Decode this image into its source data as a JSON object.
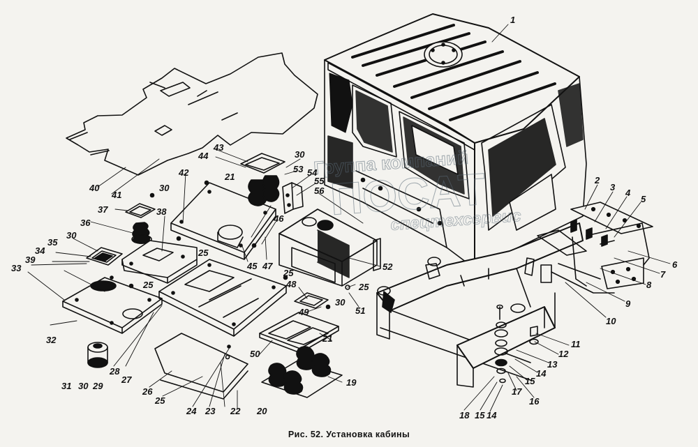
{
  "caption": "Рис. 52. Установка кабины",
  "watermark": {
    "line1": "Группа компаний",
    "line2": "ПОСАТ",
    "line3": "спецтехсервис"
  },
  "callouts": {
    "n1": "1",
    "n2": "2",
    "n3": "3",
    "n4": "4",
    "n5": "5",
    "n6": "6",
    "n7": "7",
    "n8": "8",
    "n9": "9",
    "n10": "10",
    "n11": "11",
    "n12": "12",
    "n13": "13",
    "n14a": "14",
    "n14b": "14",
    "n15a": "15",
    "n15b": "15",
    "n16": "16",
    "n17": "17",
    "n18": "18",
    "n19": "19",
    "n20": "20",
    "n21a": "21",
    "n21b": "21",
    "n22": "22",
    "n23": "23",
    "n24": "24",
    "n25a": "25",
    "n25b": "25",
    "n25c": "25",
    "n25d": "25",
    "n25e": "25",
    "n26": "26",
    "n27": "27",
    "n28": "28",
    "n29": "29",
    "n30a": "30",
    "n30b": "30",
    "n30c": "30",
    "n30d": "30",
    "n30e": "30",
    "n31": "31",
    "n32": "32",
    "n33": "33",
    "n34": "34",
    "n35": "35",
    "n36": "36",
    "n37": "37",
    "n38": "38",
    "n39": "39",
    "n40": "40",
    "n41": "41",
    "n42": "42",
    "n43": "43",
    "n44": "44",
    "n45": "45",
    "n46": "46",
    "n47": "47",
    "n48": "48",
    "n49": "49",
    "n50": "50",
    "n51": "51",
    "n52": "52",
    "n53": "53",
    "n54": "54",
    "n55": "55",
    "n56": "56"
  }
}
